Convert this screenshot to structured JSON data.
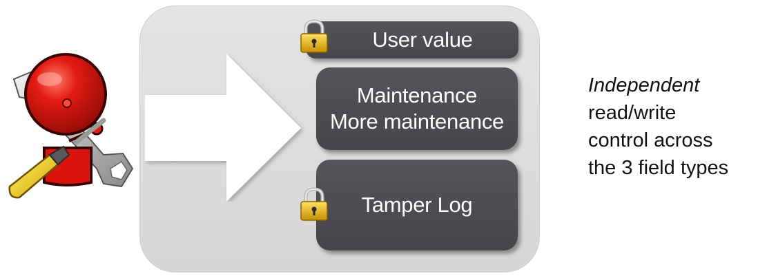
{
  "boxes": {
    "user_value": "User value",
    "maintenance_line1": "Maintenance",
    "maintenance_line2": "More maintenance",
    "tamper_log": "Tamper Log"
  },
  "side_text": {
    "emphasis": "Independent",
    "line1": "read/write",
    "line2": "control across",
    "line3": "the 3 field types"
  },
  "icons": {
    "alarm": "alarm-bell-with-tools-icon",
    "arrow": "arrow-right-icon",
    "lock": "padlock-icon"
  },
  "colors": {
    "panel": "#d9d9d9",
    "box": "#4d4d52",
    "box_text": "#ffffff",
    "bell": "#cc1414",
    "lock_gold": "#e8b400"
  }
}
